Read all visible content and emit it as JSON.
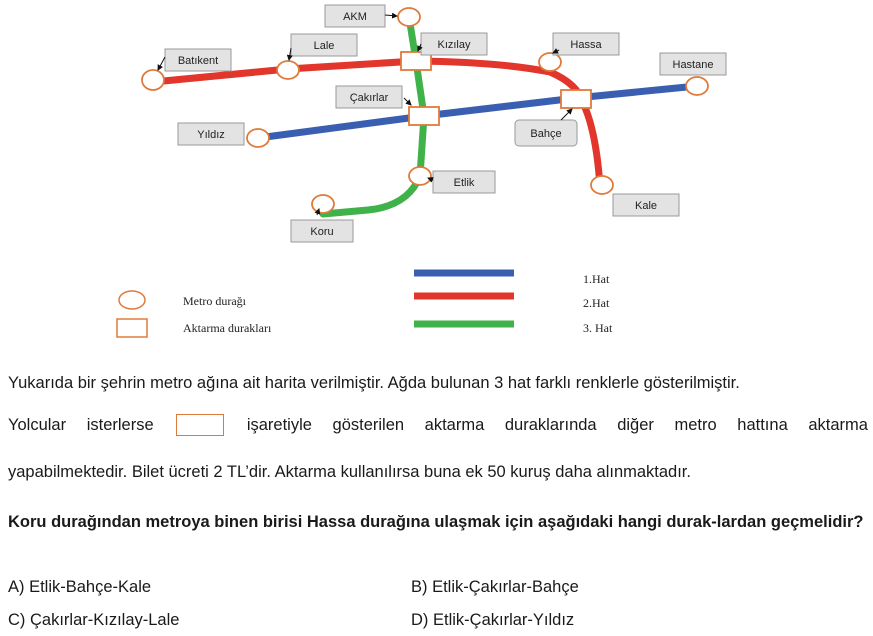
{
  "map": {
    "stations": {
      "akm": "AKM",
      "kizilay": "Kızılay",
      "batikent": "Batıkent",
      "lale": "Lale",
      "hassa": "Hassa",
      "hastane": "Hastane",
      "cakirlar": "Çakırlar",
      "yildiz": "Yıldız",
      "bahce": "Bahçe",
      "etlik": "Etlik",
      "kale": "Kale",
      "koru": "Koru"
    },
    "lines": [
      {
        "label": "1.Hat",
        "color": "#3a5fb0"
      },
      {
        "label": "2.Hat",
        "color": "#e2352b"
      },
      {
        "label": "3. Hat",
        "color": "#3fb24a"
      }
    ],
    "legend": {
      "metro_stop": "Metro durağı",
      "transfer_stops": "Aktarma durakları"
    },
    "colors": {
      "station_stroke": "#e07a3a",
      "label_fill": "#e3e3e3",
      "label_stroke": "#9a9a9a"
    }
  },
  "text": {
    "p1": "Yukarıda bir şehrin metro ağına ait harita verilmiştir. Ağda bulunan 3 hat farklı renklerle gösterilmiştir.",
    "p2_words_before": [
      "Yolcular",
      "isterlerse"
    ],
    "p2_words_after": [
      "işaretiyle",
      "gösterilen",
      "aktarma",
      "duraklarında",
      "diğer",
      "metro",
      "hattına",
      "aktarma"
    ],
    "p3": "yapabilmektedir. Bilet ücreti 2 TL’dir. Aktarma kullanılırsa buna ek 50 kuruş daha alınmaktadır.",
    "question": "Koru durağından metroya binen birisi Hassa durağına ulaşmak için aşağıdaki hangi durak-lardan geçmelidir?"
  },
  "options": {
    "a": "A) Etlik-Bahçe-Kale",
    "b": "B) Etlik-Çakırlar-Bahçe",
    "c": "C) Çakırlar-Kızılay-Lale",
    "d": "D) Etlik-Çakırlar-Yıldız"
  }
}
